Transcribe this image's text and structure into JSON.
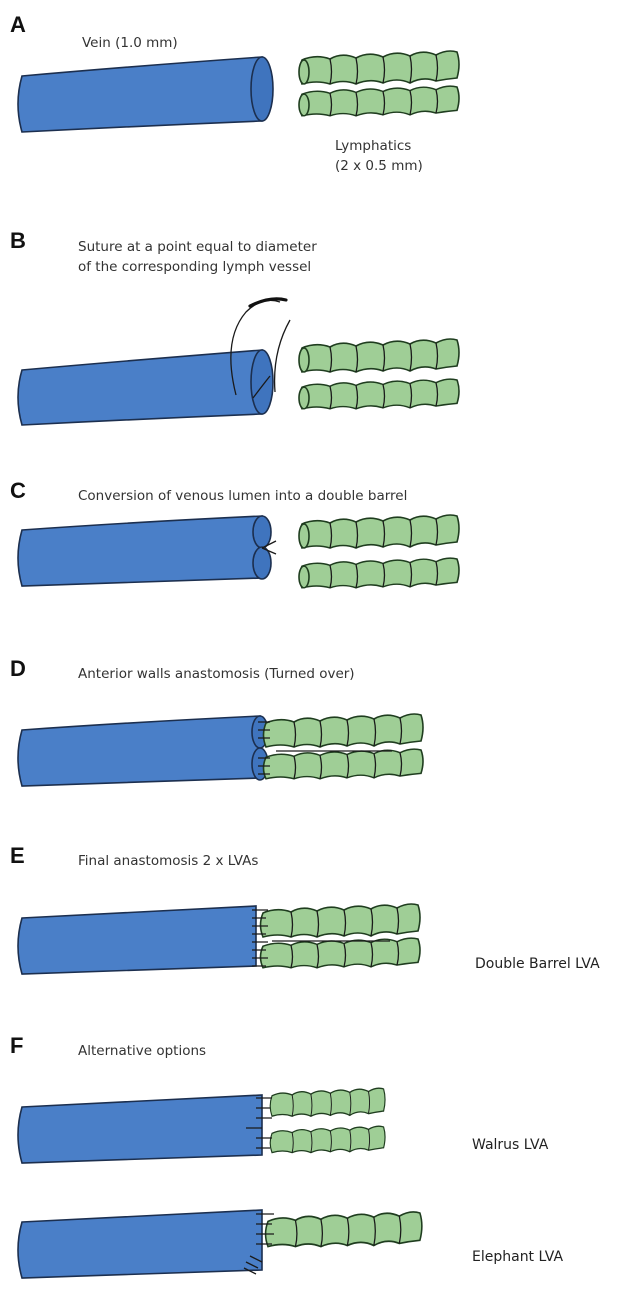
{
  "panels": {
    "a": {
      "letter": "A",
      "vein_label": "Vein (1.0 mm)",
      "lymph_label_1": "Lymphatics",
      "lymph_label_2": "(2 x 0.5 mm)"
    },
    "b": {
      "letter": "B",
      "caption_1": "Suture at a point equal to diameter",
      "caption_2": "of the corresponding lymph vessel"
    },
    "c": {
      "letter": "C",
      "caption": "Conversion of venous lumen into a double barrel"
    },
    "d": {
      "letter": "D",
      "caption": "Anterior walls anastomosis (Turned over)"
    },
    "e": {
      "letter": "E",
      "caption": "Final anastomosis 2 x LVAs",
      "side_label": "Double Barrel LVA"
    },
    "f": {
      "letter": "F",
      "caption": "Alternative options",
      "side_label_1": "Walrus LVA",
      "side_label_2": "Elephant LVA"
    }
  },
  "colors": {
    "vein": "#4a7fc8",
    "lymphatic": "#9fce96",
    "outline": "#1c2f4f"
  }
}
